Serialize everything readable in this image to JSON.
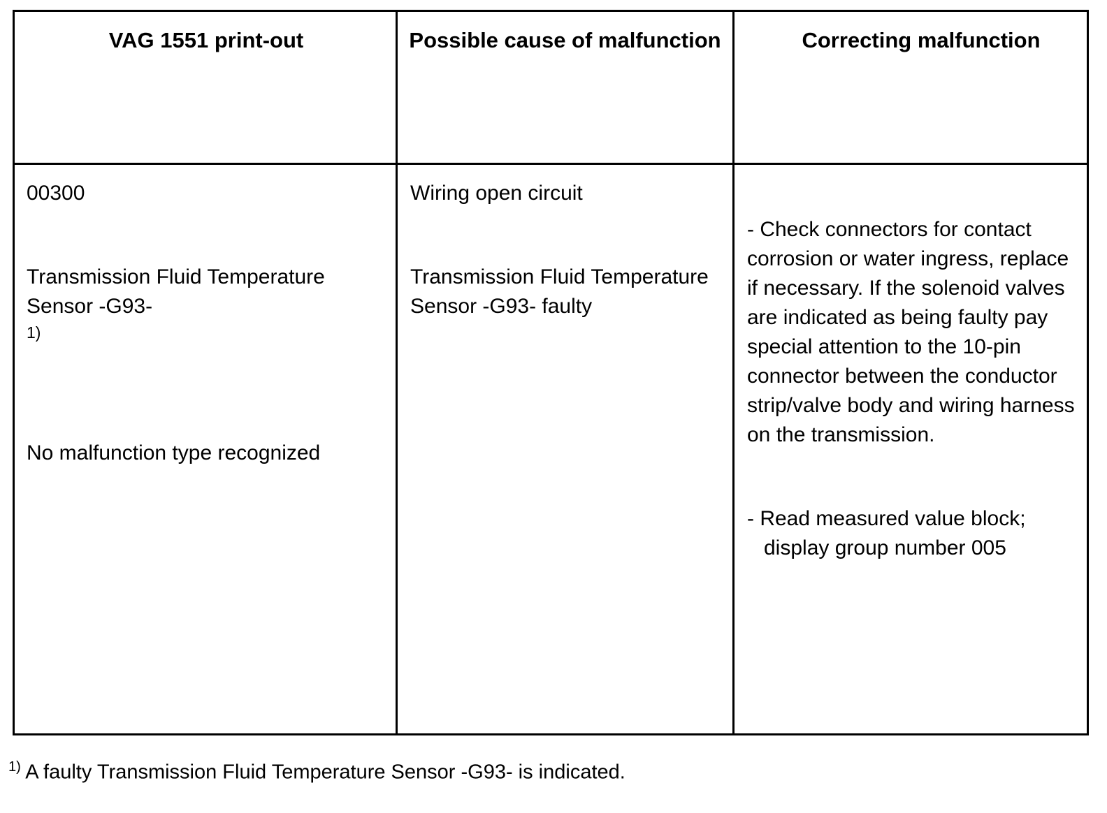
{
  "table": {
    "headers": [
      "VAG 1551 print-out",
      "Possible cause of malfunction",
      "Correcting malfunction"
    ],
    "rows": [
      {
        "printout": {
          "code": "00300",
          "component": "Transmission Fluid Temperature Sensor -G93-",
          "footnote_marker": "1)",
          "malfunction_type": "No malfunction type recognized"
        },
        "possible_cause": {
          "line1": "Wiring open circuit",
          "line2": "Transmission Fluid Temperature Sensor -G93- faulty"
        },
        "correcting": {
          "bullet1_lead": "- Check connectors for contact corrosion or water ingress, replace if necessary. If the solenoid valves are indicated as being faulty pay special attention to the 10-pin connector between the conductor strip/valve body and wiring harness on the transmission.",
          "bullet2_lead": "- Read measured value block;",
          "bullet2_cont": "display group  number 005"
        }
      }
    ]
  },
  "footnote": {
    "marker": "1)",
    "text": " A faulty Transmission Fluid Temperature Sensor -G93- is indicated."
  }
}
